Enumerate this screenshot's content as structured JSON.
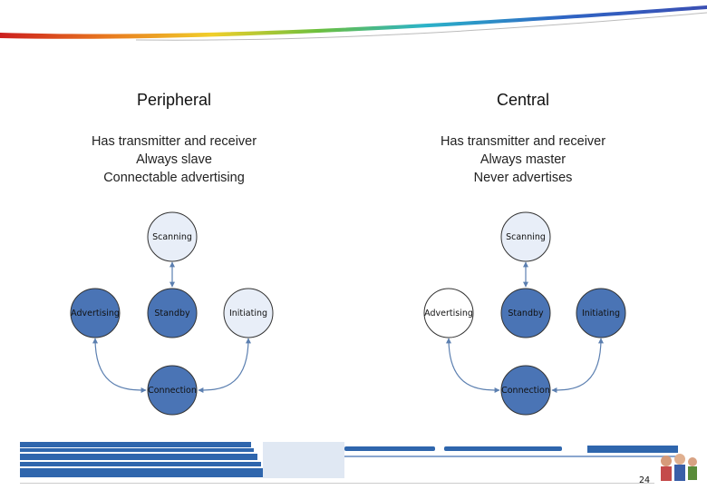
{
  "colors": {
    "node_dark": "#4a74b5",
    "node_light": "#e8eef8",
    "node_stroke": "#333333",
    "arrow": "#5b7fb0",
    "bottom_band": "#2f66ad"
  },
  "left": {
    "title": "Peripheral",
    "desc": [
      "Has transmitter and receiver",
      "Always slave",
      "Connectable advertising"
    ],
    "states": {
      "scanning": "Scanning",
      "advertising": "Advertising",
      "standby": "Standby",
      "initiating": "Initiating",
      "connection": "Connection"
    }
  },
  "right": {
    "title": "Central",
    "desc": [
      "Has transmitter and receiver",
      "Always master",
      "Never advertises"
    ],
    "states": {
      "scanning": "Scanning",
      "advertising": "Advertising",
      "standby": "Standby",
      "initiating": "Initiating",
      "connection": "Connection"
    }
  },
  "footer": {
    "page_number": "24"
  }
}
